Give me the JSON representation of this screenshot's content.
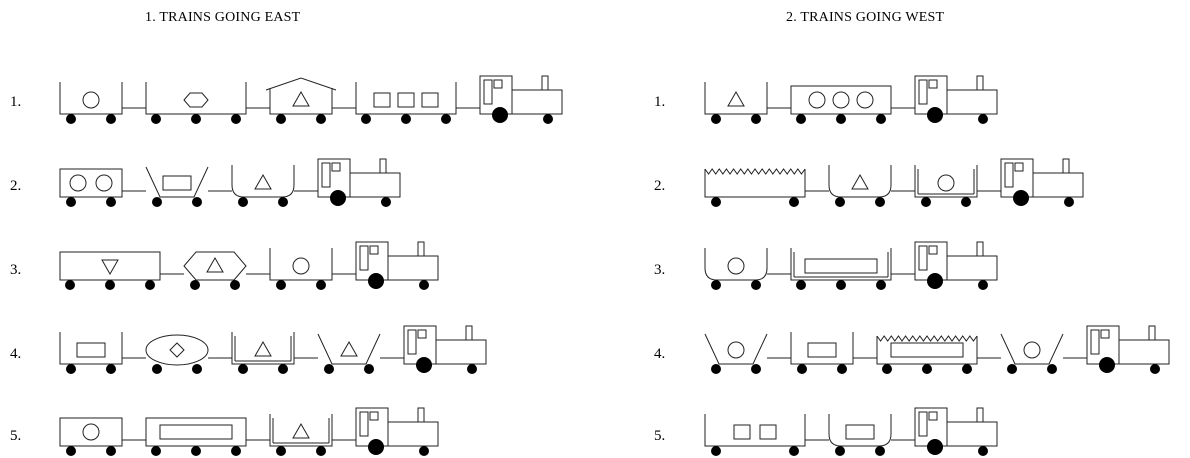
{
  "east": {
    "heading": "1. TRAINS GOING EAST",
    "labels": [
      "1.",
      "2.",
      "3.",
      "4.",
      "5."
    ],
    "trains": [
      {
        "cars": [
          {
            "body": "open-rect",
            "len": "short",
            "load": "circle",
            "wheels": 2
          },
          {
            "body": "open-rect",
            "len": "long",
            "load": "hexagon",
            "wheels": 3
          },
          {
            "body": "peaked-roof",
            "len": "short",
            "load": "triangle",
            "wheels": 2
          },
          {
            "body": "open-rect",
            "len": "long",
            "load": "rectangle",
            "load_count": 3,
            "wheels": 3
          }
        ]
      },
      {
        "cars": [
          {
            "body": "closed-rect",
            "len": "short",
            "load": "circle",
            "load_count": 2,
            "wheels": 2
          },
          {
            "body": "trapezoid",
            "len": "short",
            "load": "rectangle",
            "wheels": 2
          },
          {
            "body": "u-shaped",
            "len": "short",
            "load": "triangle",
            "wheels": 2
          }
        ]
      },
      {
        "cars": [
          {
            "body": "closed-rect",
            "len": "long",
            "load": "inverted-triangle",
            "wheels": 3
          },
          {
            "body": "hexagon",
            "len": "short",
            "load": "triangle",
            "wheels": 2
          },
          {
            "body": "open-rect",
            "len": "short",
            "load": "circle",
            "wheels": 2
          }
        ]
      },
      {
        "cars": [
          {
            "body": "open-rect",
            "len": "short",
            "load": "rectangle",
            "wheels": 2
          },
          {
            "body": "ellipse",
            "len": "short",
            "load": "diamond",
            "wheels": 2
          },
          {
            "body": "open-rect-double",
            "len": "short",
            "load": "triangle",
            "wheels": 2
          },
          {
            "body": "trapezoid",
            "len": "short",
            "load": "triangle",
            "wheels": 2
          }
        ]
      },
      {
        "cars": [
          {
            "body": "closed-rect",
            "len": "short",
            "load": "circle",
            "wheels": 2
          },
          {
            "body": "closed-rect",
            "len": "long",
            "load": "long-rectangle",
            "wheels": 3
          },
          {
            "body": "open-rect-double",
            "len": "short",
            "load": "triangle",
            "wheels": 2
          }
        ]
      }
    ]
  },
  "west": {
    "heading": "2. TRAINS GOING WEST",
    "labels": [
      "1.",
      "2.",
      "3.",
      "4.",
      "5."
    ],
    "trains": [
      {
        "cars": [
          {
            "body": "open-rect",
            "len": "short",
            "load": "triangle",
            "wheels": 2
          },
          {
            "body": "closed-rect",
            "len": "long",
            "load": "circle",
            "load_count": 3,
            "wheels": 3
          }
        ]
      },
      {
        "cars": [
          {
            "body": "jagged-roof",
            "len": "long",
            "load": "none",
            "wheels": 2
          },
          {
            "body": "u-shaped",
            "len": "short",
            "load": "triangle",
            "wheels": 2
          },
          {
            "body": "open-rect-double",
            "len": "short",
            "load": "circle",
            "wheels": 2
          }
        ]
      },
      {
        "cars": [
          {
            "body": "u-shaped",
            "len": "short",
            "load": "circle",
            "wheels": 2
          },
          {
            "body": "open-rect-double",
            "len": "long",
            "load": "long-rectangle",
            "wheels": 3
          }
        ]
      },
      {
        "cars": [
          {
            "body": "trapezoid",
            "len": "short",
            "load": "circle",
            "wheels": 2
          },
          {
            "body": "open-rect",
            "len": "short",
            "load": "rectangle",
            "wheels": 2
          },
          {
            "body": "jagged-roof",
            "len": "long",
            "load": "long-rectangle",
            "wheels": 3
          },
          {
            "body": "trapezoid",
            "len": "short",
            "load": "circle",
            "wheels": 2
          }
        ]
      },
      {
        "cars": [
          {
            "body": "open-rect",
            "len": "long",
            "load": "rectangle",
            "load_count": 2,
            "wheels": 2
          },
          {
            "body": "u-shaped",
            "len": "short",
            "load": "rectangle",
            "wheels": 2
          }
        ]
      }
    ]
  }
}
